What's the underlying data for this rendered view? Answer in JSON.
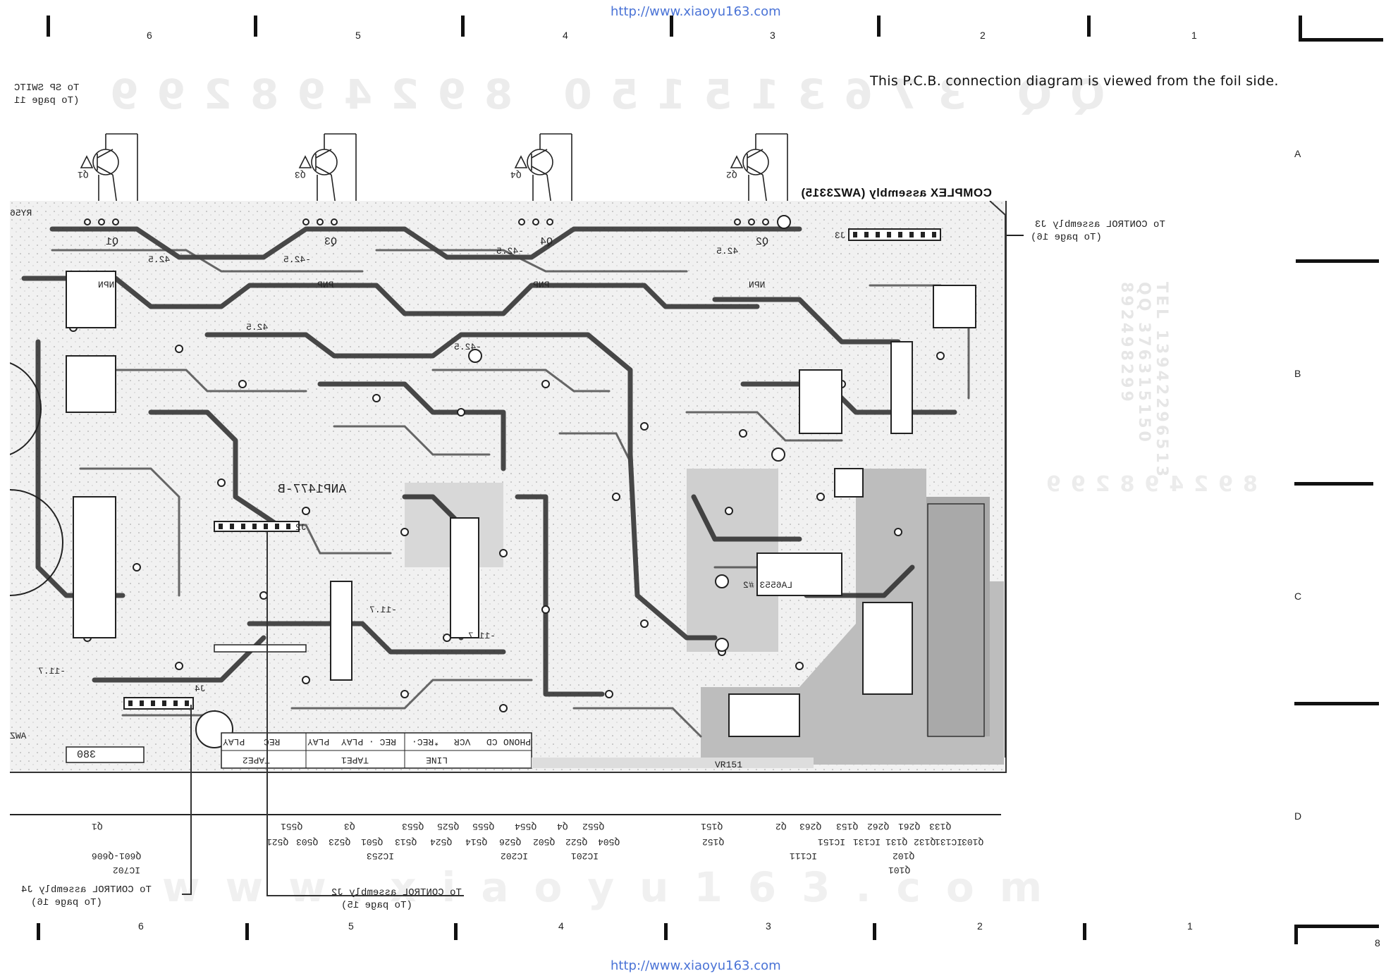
{
  "watermark_url": "http://www.xiaoyu163.com",
  "header_note": "This P.C.B. connection diagram is viewed from the foil side.",
  "faint_numbers_top": "QQ 376315150    892498299",
  "faint_numbers_mid": "892498299",
  "side_tel": "TEL 13942296513 QQ 376315150 892498299",
  "bottom_watermark": "www.xiaoyu163.com",
  "zones_top": [
    "6",
    "5",
    "4",
    "3",
    "2",
    "1"
  ],
  "zones_bottom": [
    "6",
    "5",
    "4",
    "3",
    "2",
    "1"
  ],
  "zones_right": [
    "A",
    "B",
    "C",
    "D"
  ],
  "page_corner": "8",
  "assembly_title": "COMPLEX assembly (AWZ3315)",
  "board_code": "ANP1477-B",
  "board_number": "380",
  "board_stamp": "AWZ",
  "connectors": {
    "j3_line1": "To CONTROL assembly J3",
    "j3_line2": "(To page 16)",
    "sp_line1": "To SP SWITC",
    "sp_line2": "(To page 11",
    "j4_line1": "To CONTROL assembly J4",
    "j4_line2": "(To page 16)",
    "j2_line1": "To CONTROL assembly J2",
    "j2_line2": "(To page 15)"
  },
  "transistors": [
    {
      "ref": "Q1",
      "type": "NPN",
      "voltage": "42.5"
    },
    {
      "ref": "Q3",
      "type": "PNP",
      "voltage": "-42.5"
    },
    {
      "ref": "Q4",
      "type": "PNP",
      "voltage": "-42.5"
    },
    {
      "ref": "Q2",
      "type": "NPN",
      "voltage": "42.5"
    }
  ],
  "board_labels": {
    "j3": "J3",
    "j2": "J2",
    "j4": "J4",
    "ry": "RY56",
    "ic_a": "LA6553 #2",
    "vr": "VR151",
    "v1": "-11.7",
    "v2": "-11.7",
    "v3": "-11.7",
    "v4": "42.5",
    "v5": "-42.5"
  },
  "selector_labels": [
    "PLAY",
    "REC",
    "PLAY",
    "REC · PLAY",
    "*REC·",
    "VCR",
    "CD",
    "PHONO"
  ],
  "selector_groups": [
    "TAPE2",
    "TAPE1",
    "LINE"
  ],
  "ref_rows": [
    [
      "Q1",
      "Q551",
      "Q3",
      "Q553",
      "Q525",
      "Q555",
      "Q554",
      "Q4",
      "Q552",
      "Q151",
      "Q2",
      "Q263",
      "Q153",
      "Q262",
      "Q261",
      "Q133"
    ],
    [
      "Q601-Q606",
      "Q521",
      "Q503",
      "Q523",
      "Q501",
      "Q513",
      "Q524",
      "Q514",
      "Q526",
      "Q502",
      "Q522",
      "Q504",
      "Q152",
      "IC151",
      "IC131",
      "Q131",
      "Q132",
      "IC131",
      "Q103"
    ],
    [
      "IC702",
      "IC253",
      "IC202",
      "IC201",
      "IC111",
      "Q102",
      "Q101"
    ]
  ]
}
